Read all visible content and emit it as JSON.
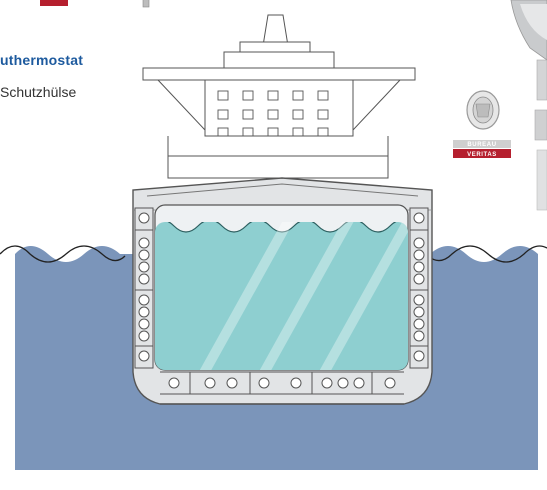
{
  "header": {
    "title": "uthermostat",
    "subtitle": "Schutzhülse"
  },
  "certification": {
    "label_top": "BUREAU",
    "label_bottom": "VERITAS"
  },
  "colors": {
    "title": "#1d5a9e",
    "sea": "#7b95ba",
    "tank_fluid": "#8ecfd0",
    "hull": "#e2e4e6",
    "hull_outline": "#555555",
    "seal_red": "#b51f2e"
  },
  "diagram": {
    "type": "ship-cross-section",
    "parts": [
      "superstructure",
      "deck",
      "hull",
      "cargo-tank",
      "ballast-cells",
      "sea"
    ]
  }
}
